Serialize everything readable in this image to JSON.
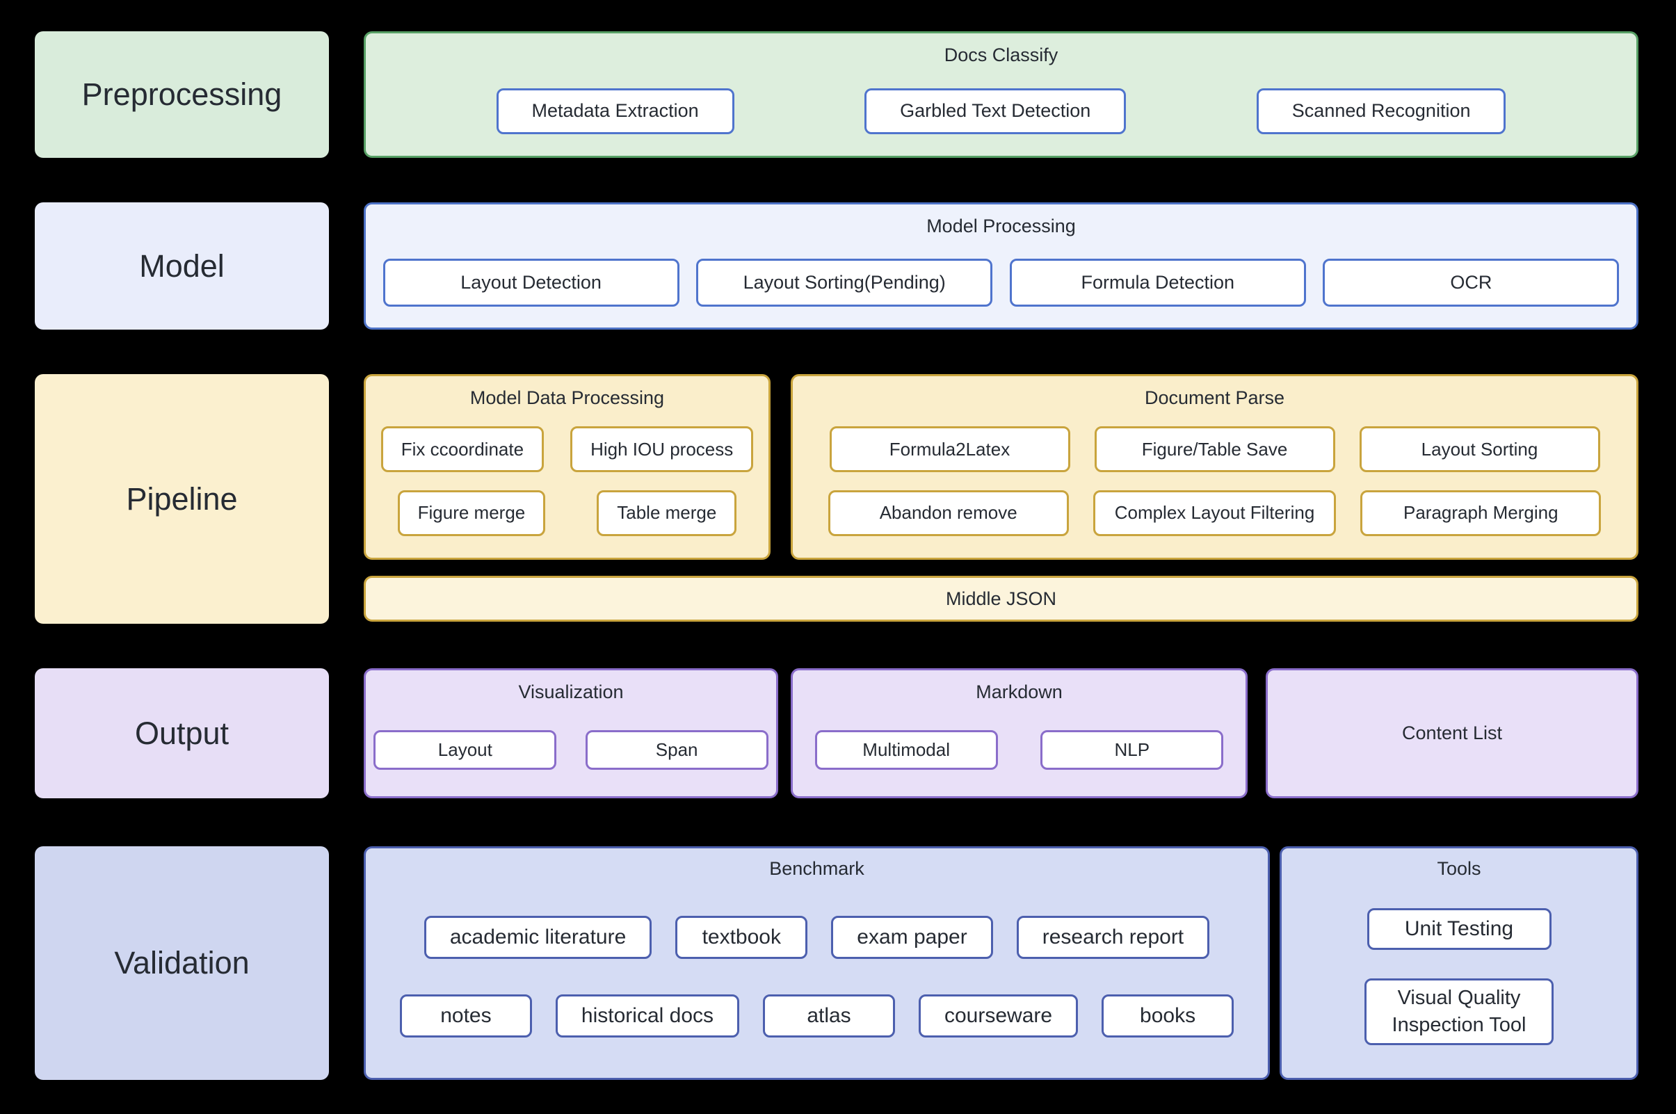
{
  "colors": {
    "background": "#000000",
    "text": "#262b33",
    "node_fill": "#ffffff",
    "green": {
      "border": "#57a065",
      "panel": "#ddeedd",
      "label": "#d9ecdb"
    },
    "blue": {
      "border": "#4d72c6",
      "panel": "#eef2fc",
      "label": "#e9edfb",
      "node_border": "#4f74cd"
    },
    "gold": {
      "border": "#c9a43d",
      "panel": "#faeecb",
      "label": "#fbf0cf",
      "middle_json_fill": "#fcf4dc"
    },
    "purple": {
      "border": "#8a6dca",
      "panel": "#e9e0f8",
      "label": "#e7def6"
    },
    "indigo": {
      "border": "#4c5fae",
      "panel": "#d5dcf4",
      "label": "#cfd6f0"
    }
  },
  "rows": {
    "preprocessing": {
      "label": "Preprocessing",
      "group": {
        "title": "Docs Classify",
        "buttons": [
          "Metadata Extraction",
          "Garbled Text Detection",
          "Scanned Recognition"
        ]
      }
    },
    "model": {
      "label": "Model",
      "group": {
        "title": "Model Processing",
        "buttons": [
          "Layout Detection",
          "Layout Sorting(Pending)",
          "Formula Detection",
          "OCR"
        ]
      }
    },
    "pipeline": {
      "label": "Pipeline",
      "model_data_processing": {
        "title": "Model Data Processing",
        "rows": [
          [
            "Fix ccoordinate",
            "High IOU process"
          ],
          [
            "Figure merge",
            "Table merge"
          ]
        ]
      },
      "document_parse": {
        "title": "Document Parse",
        "rows": [
          [
            "Formula2Latex",
            "Figure/Table Save",
            "Layout Sorting"
          ],
          [
            "Abandon remove",
            "Complex Layout Filtering",
            "Paragraph Merging"
          ]
        ]
      },
      "middle_json": "Middle JSON"
    },
    "output": {
      "label": "Output",
      "visualization": {
        "title": "Visualization",
        "buttons": [
          "Layout",
          "Span"
        ]
      },
      "markdown": {
        "title": "Markdown",
        "buttons": [
          "Multimodal",
          "NLP"
        ]
      },
      "content_list": "Content List"
    },
    "validation": {
      "label": "Validation",
      "benchmark": {
        "title": "Benchmark",
        "rows": [
          [
            "academic literature",
            "textbook",
            "exam paper",
            "research report"
          ],
          [
            "notes",
            "historical docs",
            "atlas",
            "courseware",
            "books"
          ]
        ]
      },
      "tools": {
        "title": "Tools",
        "buttons": [
          "Unit Testing",
          "Visual Quality Inspection Tool"
        ]
      }
    }
  }
}
